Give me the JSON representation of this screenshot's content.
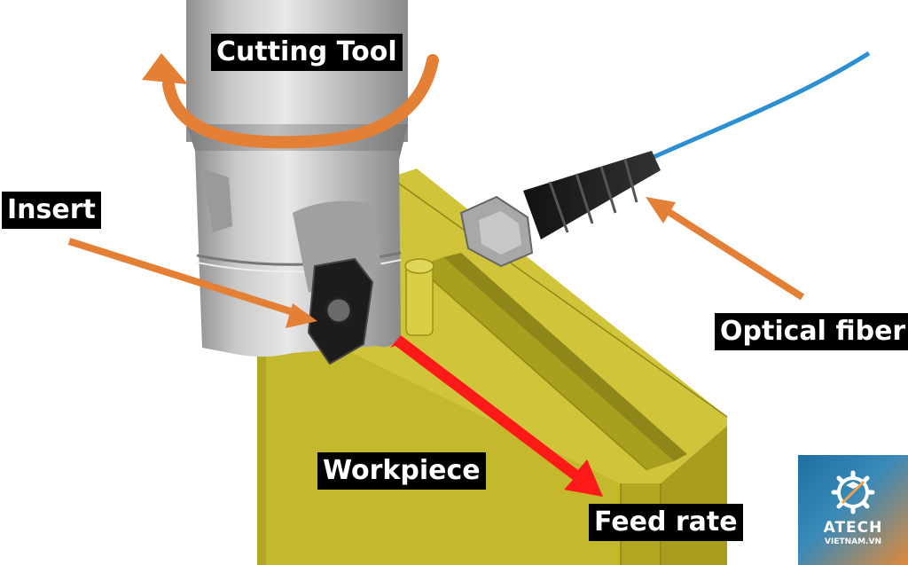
{
  "labels": {
    "cutting_tool": "Cutting Tool",
    "insert": "Insert",
    "optical_fiber": "Optical fiber",
    "workpiece": "Workpiece",
    "feed_rate": "Feed rate"
  },
  "logo": {
    "line1": "ATECH",
    "line2": "VIETNAM.VN",
    "icon": "gear-wrench-icon"
  },
  "colors": {
    "workpiece": "#c8bd2e",
    "workpiece_dark": "#a79c1c",
    "tool_metal": "#b9b9b9",
    "arrow_orange": "#e47f36",
    "feed_arrow": "#ff1a1a",
    "fiber_blue": "#2b8fd1",
    "label_bg": "#000000"
  }
}
